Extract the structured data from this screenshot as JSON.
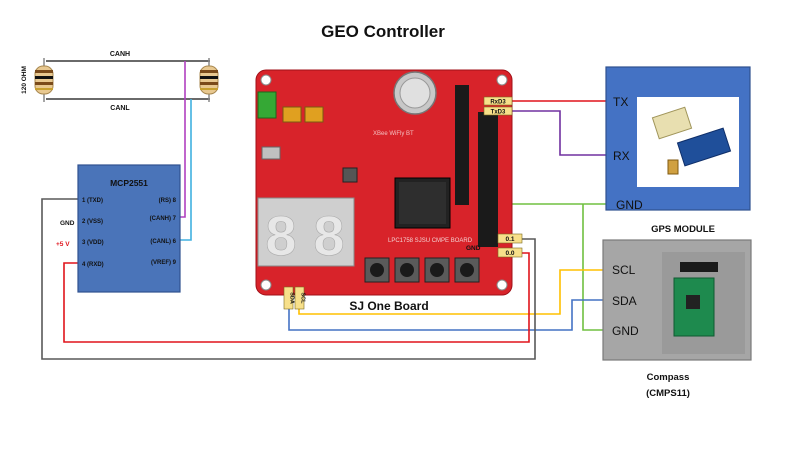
{
  "title": "GEO Controller",
  "can_bus": {
    "canh_label": "CANH",
    "canl_label": "CANL",
    "terminator_label": "120 OHM"
  },
  "mcp2551": {
    "name": "MCP2551",
    "left_pins": [
      "1 (TXD)",
      "2 (VSS)",
      "3 (VDD)",
      "4 (RXD)"
    ],
    "right_pins": [
      "(RS) 8",
      "(CANH) 7",
      "(CANL) 6",
      "(VREF) 9"
    ],
    "gnd_label": "GND",
    "vcc_label": "+5 V"
  },
  "sjone": {
    "caption": "SJ One Board",
    "silk_text": "LPC1758 SJSU CMPE BOARD",
    "xbee_text": "XBee WiFly BT",
    "pin_tags": {
      "rxd3": "RxD3",
      "txd3": "TxD3",
      "p01": "0.1",
      "gnd": "GND",
      "p00": "0.0",
      "sda": "SDA",
      "scl": "SCL"
    }
  },
  "gps": {
    "caption": "GPS MODULE",
    "tx": "TX",
    "rx": "RX",
    "gnd": "GND"
  },
  "compass": {
    "caption_line1": "Compass",
    "caption_line2": "(CMPS11)",
    "scl": "SCL",
    "sda": "SDA",
    "gnd": "GND"
  },
  "colors": {
    "board_red": "#d8232a",
    "gps_blue": "#4472c4",
    "mcp_blue": "#4a74b9",
    "compass_gray": "#a6a6a6",
    "wire_red": "#e0141c",
    "wire_purple": "#7030a0",
    "wire_green": "#70c040",
    "wire_yellow": "#ffc000",
    "wire_blue": "#4472c4",
    "wire_gray": "#595959",
    "wire_cyan": "#40b0e0",
    "wire_magenta": "#b040c0"
  }
}
